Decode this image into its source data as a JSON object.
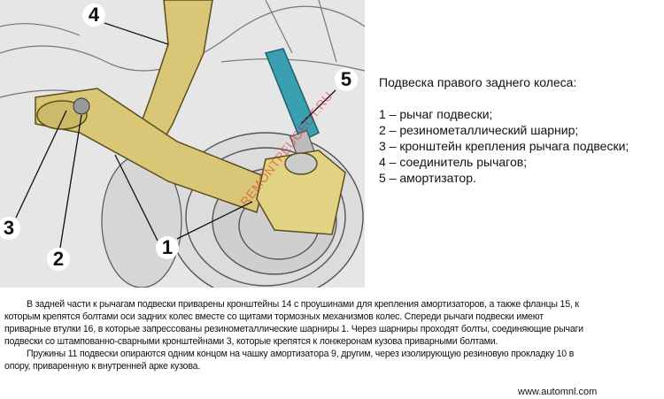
{
  "diagram": {
    "callouts": [
      "1",
      "2",
      "3",
      "4",
      "5"
    ],
    "watermark": "REMONTPEUGEOT.RU",
    "colors": {
      "arm": "#d9c777",
      "shock": "#3a9fb0",
      "background": "#e6e6e6"
    }
  },
  "caption": {
    "title": "Подвеска правого заднего колеса:",
    "items": [
      "1 – рычаг подвески;",
      "2 – резинометаллический шарнир;",
      "3 – кронштейн крепления рычага подвески;",
      "4 – соединитель рычагов;",
      "5 – амортизатор."
    ]
  },
  "body": {
    "paragraphs": [
      "В задней части к рычагам подвески приварены кронштейны 14 с проушинами для крепления амортизаторов, а также фланцы 15, к которым крепятся болтами оси задних колес вместе со щитами тормозных механизмов колес. Спереди рычаги подвески имеют приварные втулки 16, в которые запрессованы резинометаллические шарниры 1. Через шарниры проходят болты, соединяющие рычаги подвески со штампованно-сварными кронштейнами 3, которые крепятся к лонжеронам кузова приварными болтами.",
      "Пружины 11 подвески опираются одним концом на чашку амортизатора 9, другим, через изолирующую резиновую прокладку 10 в опору, приваренную к внутренней арке кузова."
    ]
  },
  "footer": {
    "site": "www.automnl.com"
  }
}
